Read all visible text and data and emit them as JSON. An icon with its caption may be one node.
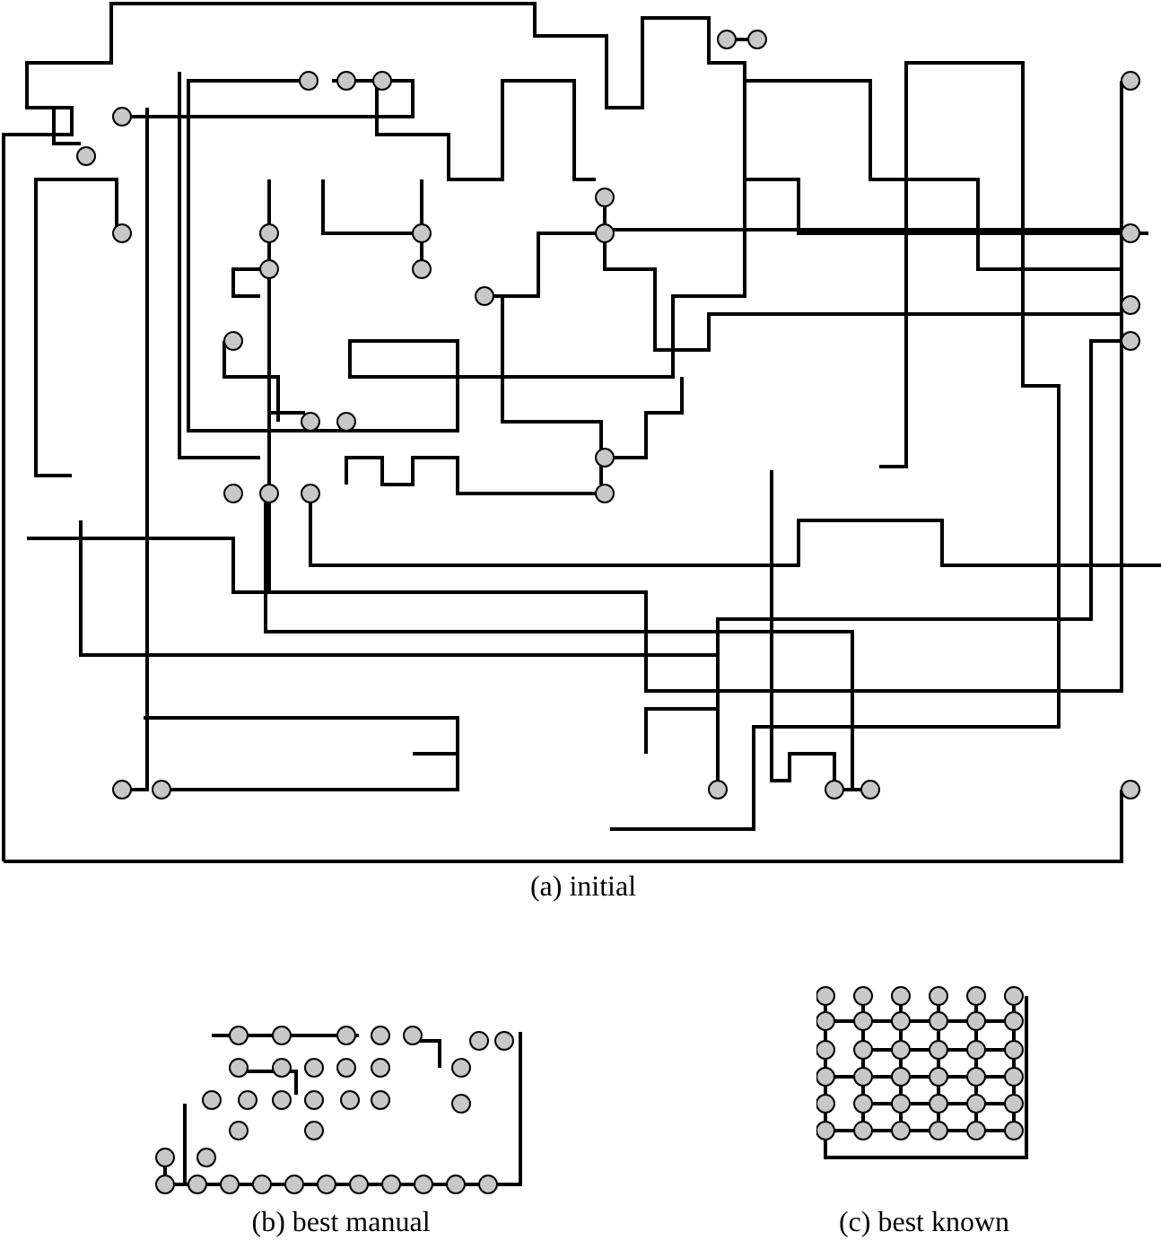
{
  "diagram": {
    "labels": [
      "(a) initial",
      "(b) best manual",
      "(c) best known"
    ]
  }
}
